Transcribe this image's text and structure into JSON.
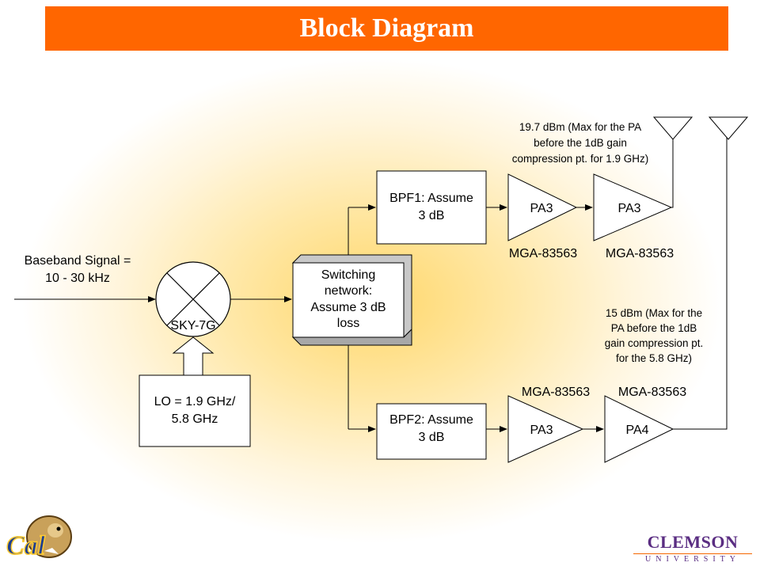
{
  "title": "Block Diagram",
  "blocks": {
    "baseband": [
      "Baseband Signal =",
      "10 - 30 kHz"
    ],
    "mixer_label": "SKY-7G",
    "lo": [
      "LO = 1.9 GHz/",
      "5.8 GHz"
    ],
    "switch": [
      "Switching",
      "network:",
      "Assume 3 dB",
      "loss"
    ],
    "bpf1": [
      "BPF1: Assume",
      "3 dB"
    ],
    "bpf2": [
      "BPF2: Assume",
      "3 dB"
    ],
    "pa_top_1": "PA3",
    "pa_top_2": "PA3",
    "pa_bot_1": "PA3",
    "pa_bot_2": "PA4",
    "part_top_1": "MGA-83563",
    "part_top_2": "MGA-83563",
    "part_bot_1": "MGA-83563",
    "part_bot_2": "MGA-83563"
  },
  "annotations": {
    "top": [
      "19.7 dBm (Max for the PA",
      "before the 1dB gain",
      "compression pt. for 1.9 GHz)"
    ],
    "bottom": [
      "15 dBm (Max for the",
      "PA before the 1dB",
      "gain compression pt.",
      "for the 5.8 GHz)"
    ]
  },
  "footer": {
    "clemson_name": "CLEMSON",
    "clemson_sub": "UNIVERSITY",
    "cal_logo_text": "Cal"
  }
}
